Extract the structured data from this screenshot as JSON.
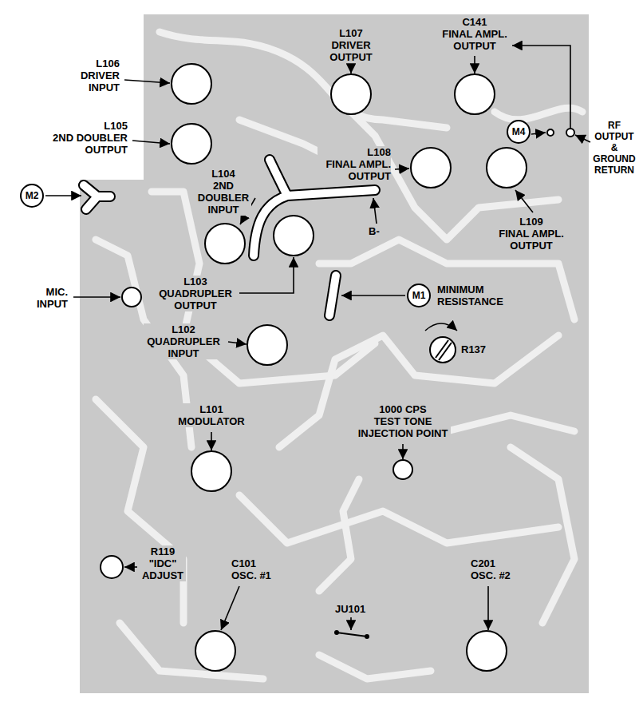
{
  "diagram": {
    "nodes": [
      {
        "text": [
          "M4"
        ]
      },
      {
        "text": [
          "M2"
        ]
      },
      {
        "text": [
          "M1"
        ]
      }
    ],
    "labels": [
      "C141",
      "FINAL AMPL. OUTPUT",
      "L107",
      "DRIVER OUTPUT",
      "L106",
      "DRIVER INPUT",
      "RF OUTPUT & GROUND RETURN",
      "L105",
      "2ND DOUBLER OUTPUT",
      "L108",
      "FINAL AMPL. OUTPUT",
      "L104",
      "2ND DOUBLER INPUT",
      "L109",
      "FINAL AMPL. OUTPUT",
      "B-",
      "MIC. INPUT",
      "L103",
      "QUADRUPLER OUTPUT",
      "MINIMUM RESISTANCE",
      "L102",
      "QUADRUPLER INPUT",
      "R137",
      "L101",
      "MODULATOR",
      "1000 CPS",
      "TEST TONE INJECTION POINT",
      "R119",
      "\"IDC\" ADJUST",
      "C101",
      "OSC. #1",
      "C201",
      "OSC. #2",
      "JU101"
    ]
  }
}
